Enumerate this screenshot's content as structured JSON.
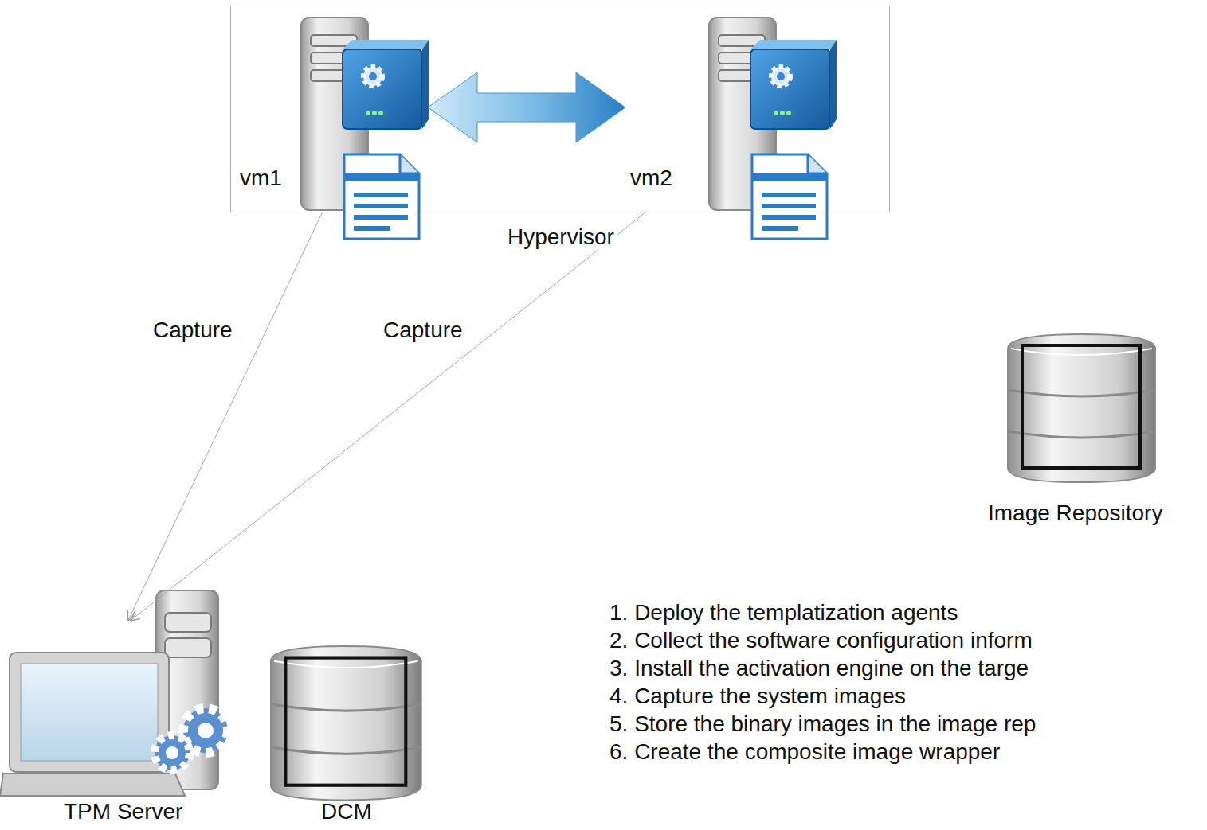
{
  "diagram": {
    "nodes": [
      {
        "text": [
          "Hypervisor"
        ]
      },
      {
        "text": [
          "vm1"
        ],
        "in": 0
      },
      {
        "text": [
          "vm2"
        ],
        "in": 0
      },
      {
        "text": [
          "Image Repository"
        ]
      },
      {
        "text": [
          "TPM Server"
        ]
      },
      {
        "text": [
          "DCM"
        ]
      }
    ],
    "edges": [
      {
        "from": 1,
        "to": 2,
        "arrow": "both"
      },
      {
        "from": 1,
        "to": 4,
        "label": "Capture",
        "arrow": "to"
      },
      {
        "from": 2,
        "to": 4,
        "label": "Capture",
        "arrow": "to"
      }
    ],
    "labels": [
      "1. Deploy the templatization agents",
      "2. Collect the software configuration inform",
      "3. Install the activation engine on the targe",
      "4. Capture the system images",
      "5. Store the binary images in the image rep",
      "6. Create the composite image wrapper"
    ]
  }
}
